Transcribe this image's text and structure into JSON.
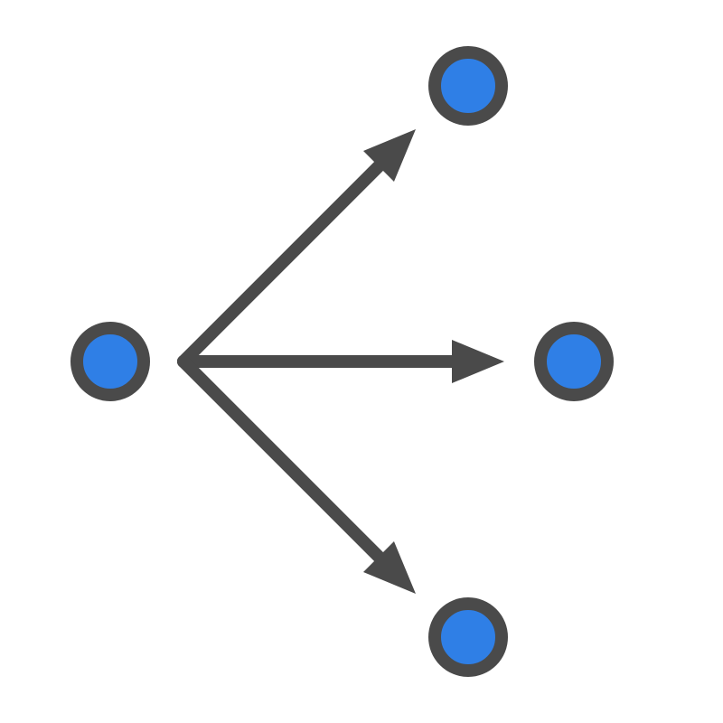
{
  "diagram": {
    "type": "fan-out-graph",
    "colors": {
      "background": "#ffffff",
      "stroke": "#4a4a4a",
      "node_fill": "#2f7fe6"
    },
    "nodes": [
      {
        "id": "source",
        "role": "source"
      },
      {
        "id": "target-top",
        "role": "target"
      },
      {
        "id": "target-middle",
        "role": "target"
      },
      {
        "id": "target-bottom",
        "role": "target"
      }
    ],
    "edges": [
      {
        "from": "source",
        "to": "target-top",
        "directed": true
      },
      {
        "from": "source",
        "to": "target-middle",
        "directed": true
      },
      {
        "from": "source",
        "to": "target-bottom",
        "directed": true
      }
    ]
  }
}
